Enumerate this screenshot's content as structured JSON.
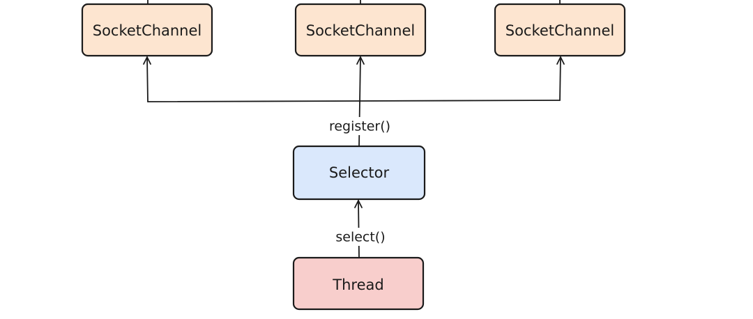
{
  "nodes": {
    "socket_channel_1": {
      "label": "SocketChannel",
      "fill": "#fde5d0"
    },
    "socket_channel_2": {
      "label": "SocketChannel",
      "fill": "#fde5d0"
    },
    "socket_channel_3": {
      "label": "SocketChannel",
      "fill": "#fde5d0"
    },
    "selector": {
      "label": "Selector",
      "fill": "#dae8fc"
    },
    "thread": {
      "label": "Thread",
      "fill": "#f8cecc"
    }
  },
  "edges": {
    "register": {
      "label": "register()"
    },
    "select": {
      "label": "select()"
    }
  },
  "colors": {
    "stroke": "#1a1a1a",
    "socket_channel_fill": "#fde5d0",
    "selector_fill": "#dae8fc",
    "thread_fill": "#f8cecc"
  }
}
